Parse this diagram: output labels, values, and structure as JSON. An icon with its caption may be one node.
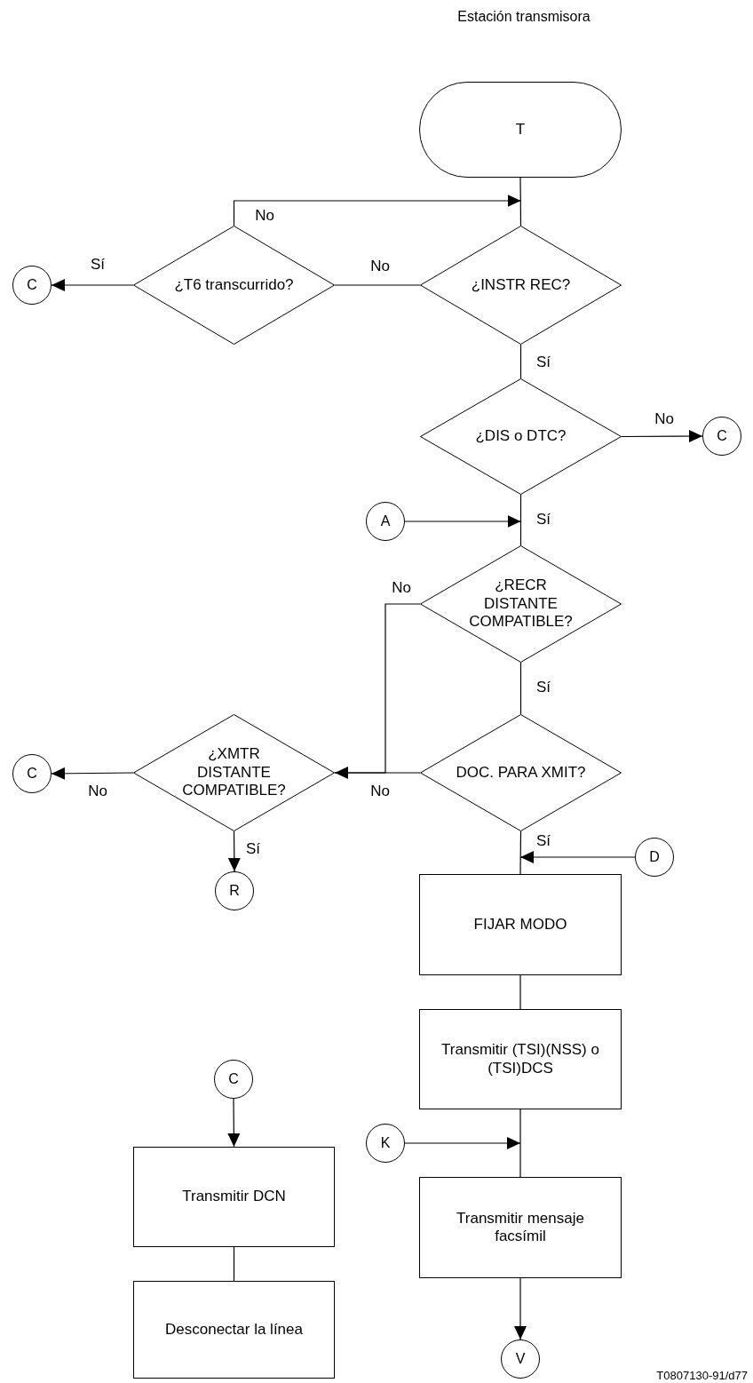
{
  "diagram": {
    "title": "Estación transmisora",
    "nodes": [
      {
        "text": [
          "T"
        ]
      },
      {
        "text": [
          "¿INSTR REC?"
        ]
      },
      {
        "text": [
          "¿T6 transcurrido?"
        ]
      },
      {
        "text": [
          "C"
        ]
      },
      {
        "text": [
          "¿DIS o DTC?"
        ]
      },
      {
        "text": [
          "C"
        ]
      },
      {
        "text": [
          "A"
        ]
      },
      {
        "text": [
          "¿RECR DISTANTE COMPATIBLE?"
        ]
      },
      {
        "text": [
          "¿XMTR DISTANTE COMPATIBLE?"
        ]
      },
      {
        "text": [
          "C"
        ]
      },
      {
        "text": [
          "DOC. PARA XMIT?"
        ]
      },
      {
        "text": [
          "R"
        ]
      },
      {
        "text": [
          "D"
        ]
      },
      {
        "text": [
          "FIJAR MODO"
        ]
      },
      {
        "text": [
          "Transmitir (TSI)(NSS) o (TSI)DCS"
        ]
      },
      {
        "text": [
          "K"
        ]
      },
      {
        "text": [
          "Transmitir mensaje facsímil"
        ]
      },
      {
        "text": [
          "V"
        ]
      },
      {
        "text": [
          "C"
        ]
      },
      {
        "text": [
          "Transmitir DCN"
        ]
      },
      {
        "text": [
          "Desconectar la línea"
        ]
      }
    ],
    "edges": [
      {
        "from": 0,
        "to": 1,
        "arrow": "none"
      },
      {
        "from": 2,
        "to": 1,
        "arrow": "to",
        "label": "No"
      },
      {
        "from": 1,
        "to": 2,
        "arrow": "none",
        "label": "No"
      },
      {
        "from": 2,
        "to": 3,
        "arrow": "to",
        "label": "Sí"
      },
      {
        "from": 1,
        "to": 4,
        "arrow": "none",
        "label": "Sí"
      },
      {
        "from": 4,
        "to": 5,
        "arrow": "to",
        "label": "No"
      },
      {
        "from": 4,
        "to": 7,
        "arrow": "none",
        "label": "Sí"
      },
      {
        "from": 6,
        "to": 7,
        "arrow": "to"
      },
      {
        "from": 7,
        "to": 8,
        "arrow": "to",
        "label": "No"
      },
      {
        "from": 7,
        "to": 10,
        "arrow": "none",
        "label": "Sí"
      },
      {
        "from": 10,
        "to": 8,
        "arrow": "none",
        "label": "No"
      },
      {
        "from": 8,
        "to": 9,
        "arrow": "to",
        "label": "No"
      },
      {
        "from": 8,
        "to": 11,
        "arrow": "to",
        "label": "Sí"
      },
      {
        "from": 10,
        "to": 13,
        "arrow": "none",
        "label": "Sí"
      },
      {
        "from": 12,
        "to": 13,
        "arrow": "to"
      },
      {
        "from": 13,
        "to": 14,
        "arrow": "none"
      },
      {
        "from": 14,
        "to": 16,
        "arrow": "none"
      },
      {
        "from": 15,
        "to": 16,
        "arrow": "to"
      },
      {
        "from": 16,
        "to": 17,
        "arrow": "to"
      },
      {
        "from": 18,
        "to": 19,
        "arrow": "to"
      },
      {
        "from": 19,
        "to": 20,
        "arrow": "none"
      }
    ],
    "labels": [
      "T0807130-91/d77"
    ]
  }
}
